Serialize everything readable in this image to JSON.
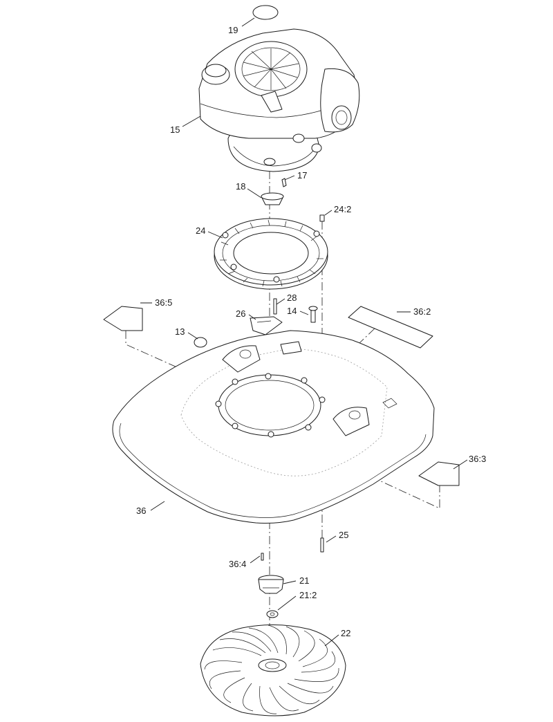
{
  "callouts": {
    "c19": "19",
    "c15": "15",
    "c17": "17",
    "c18": "18",
    "c24_2": "24:2",
    "c24": "24",
    "c36_5": "36:5",
    "c28": "28",
    "c26": "26",
    "c14": "14",
    "c36_2": "36:2",
    "c13": "13",
    "c36_3": "36:3",
    "c36": "36",
    "c25": "25",
    "c36_4": "36:4",
    "c21": "21",
    "c21_2": "21:2",
    "c22": "22"
  }
}
